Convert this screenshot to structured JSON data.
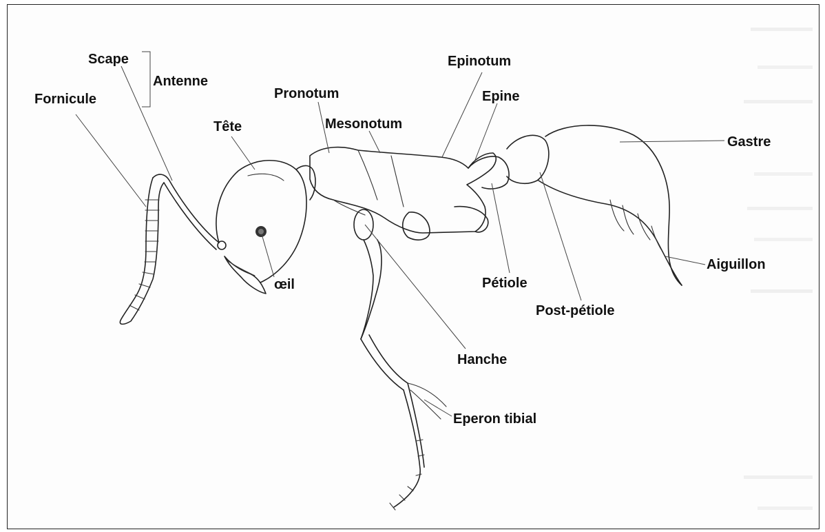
{
  "labels": {
    "scape": "Scape",
    "antenne": "Antenne",
    "fornicule": "Fornicule",
    "tete": "Tête",
    "pronotum": "Pronotum",
    "mesonotum": "Mesonotum",
    "epinotum": "Epinotum",
    "epine": "Epine",
    "gastre": "Gastre",
    "oeil": "œil",
    "petiole": "Pétiole",
    "post_petiole": "Post-pétiole",
    "aiguillon": "Aiguillon",
    "hanche": "Hanche",
    "eperon_tibial": "Eperon tibial"
  },
  "colors": {
    "ink": "#222222",
    "leader": "#444444",
    "background": "#fdfdfd"
  }
}
